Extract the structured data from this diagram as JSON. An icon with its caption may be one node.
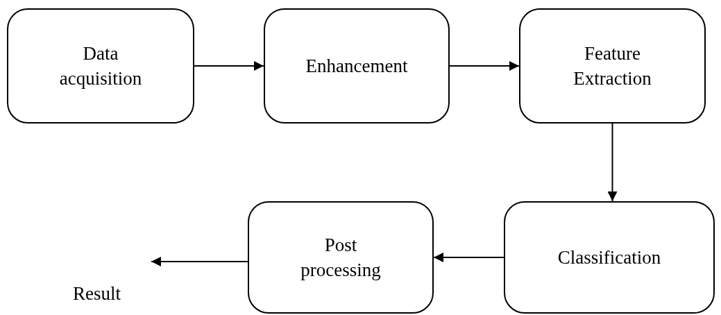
{
  "diagram": {
    "nodes": [
      {
        "text": [
          "Data acquisition"
        ]
      },
      {
        "text": [
          "Enhancement"
        ]
      },
      {
        "text": [
          "Feature Extraction"
        ]
      },
      {
        "text": [
          "Classification"
        ]
      },
      {
        "text": [
          "Post processing"
        ]
      }
    ],
    "edges": [
      {
        "from": 0,
        "to": 1,
        "arrow": "to"
      },
      {
        "from": 1,
        "to": 2,
        "arrow": "to"
      },
      {
        "from": 2,
        "to": 3,
        "arrow": "to"
      },
      {
        "from": 3,
        "to": 4,
        "arrow": "to"
      },
      {
        "from": 4,
        "to": null,
        "arrow": "to"
      }
    ],
    "labels": [
      "Result"
    ]
  }
}
